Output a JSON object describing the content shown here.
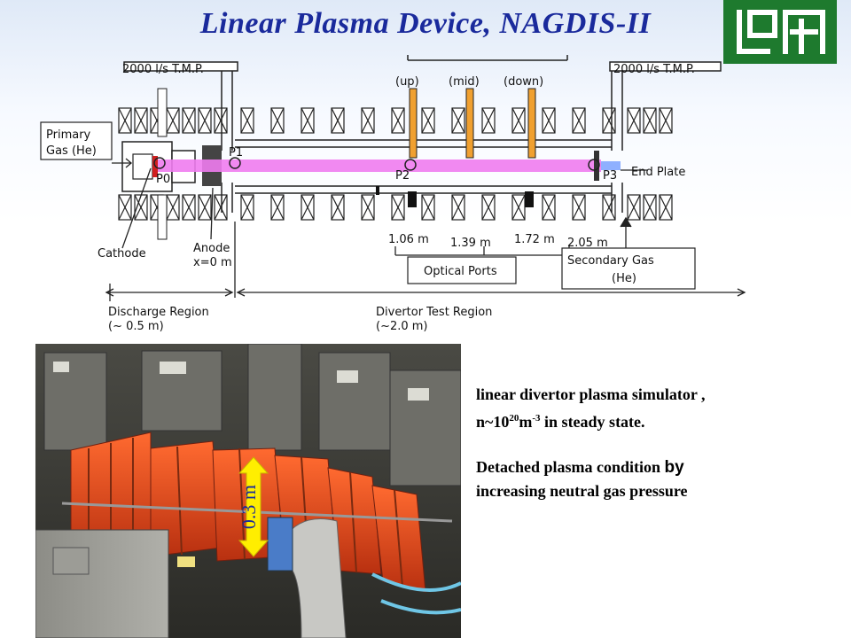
{
  "title": "Linear Plasma Device, NAGDIS-II",
  "logo_colors": {
    "bg": "#1e7a2e",
    "fg": "#ffffff"
  },
  "schematic": {
    "pump_left": "2000 l/s T.M.P.",
    "pump_right": "2000 l/s T.M.P.",
    "probe_up": "(up)",
    "probe_mid": "(mid)",
    "probe_down": "(down)",
    "primary_gas_line1": "Primary",
    "primary_gas_line2": "Gas (He)",
    "end_plate": "End Plate",
    "port_p0": "P0",
    "port_p1": "P1",
    "port_p2": "P2",
    "port_p3": "P3",
    "pos1": "1.06 m",
    "pos2": "1.39 m",
    "pos3": "1.72 m",
    "pos4": "2.05 m",
    "cathode": "Cathode",
    "anode_line1": "Anode",
    "anode_line2": "x=0 m",
    "optical_ports": "Optical Ports",
    "secondary_gas_line1": "Secondary Gas",
    "secondary_gas_line2": "(He)",
    "discharge_region_line1": "Discharge Region",
    "discharge_region_line2": "(~ 0.5 m)",
    "divertor_region_line1": "Divertor Test Region",
    "divertor_region_line2": "(~2.0 m)",
    "plasma_color": "#f07cf0",
    "probe_color": "#f0a030"
  },
  "photo": {
    "scale_label": "0.3 m"
  },
  "description": {
    "line1": "linear divertor plasma simulator ,",
    "line2_prefix": "n~10",
    "line2_exp1": "20",
    "line2_mid": "m",
    "line2_exp2": "-3",
    "line2_suffix": " in steady state.",
    "line3_main": "Detached plasma condition ",
    "line3_by": "by",
    "line4": "increasing neutral gas pressure"
  }
}
